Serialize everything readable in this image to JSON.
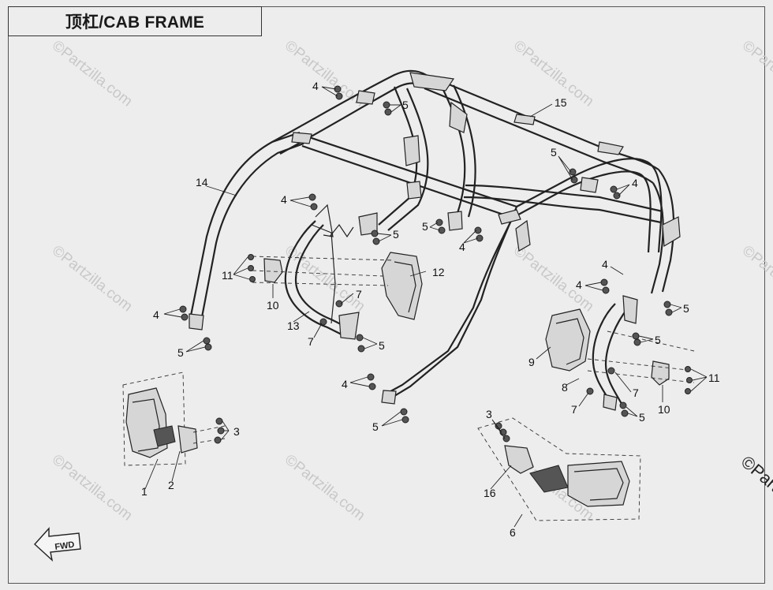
{
  "title": "顶杠/CAB FRAME",
  "watermark": "©Partzilla.com",
  "watermark_edge": "©Partz",
  "fwd_label": "FWD",
  "callouts": {
    "c1": "1",
    "c2": "2",
    "c3a": "3",
    "c3b": "3",
    "c4a": "4",
    "c4b": "4",
    "c4c": "4",
    "c4d": "4",
    "c4e": "4",
    "c4f": "4",
    "c4g": "4",
    "c4h": "4",
    "c5a": "5",
    "c5b": "5",
    "c5c": "5",
    "c5d": "5",
    "c5e": "5",
    "c5f": "5",
    "c5g": "5",
    "c5h": "5",
    "c5i": "5",
    "c5j": "5",
    "c6": "6",
    "c7a": "7",
    "c7b": "7",
    "c7c": "7",
    "c7d": "7",
    "c8": "8",
    "c9": "9",
    "c10a": "10",
    "c10b": "10",
    "c11a": "11",
    "c11b": "11",
    "c12": "12",
    "c13": "13",
    "c14": "14",
    "c15": "15",
    "c16": "16"
  }
}
